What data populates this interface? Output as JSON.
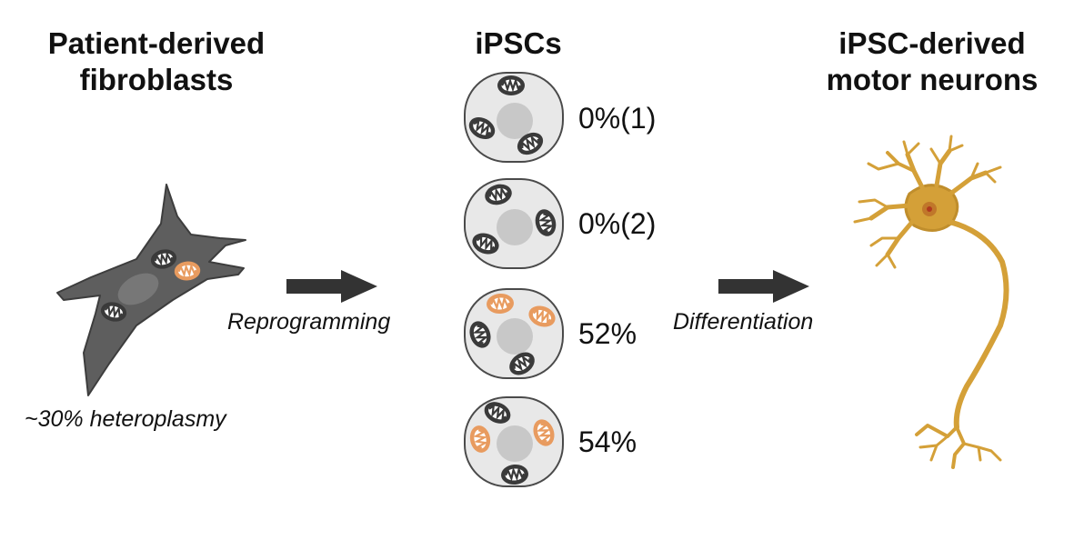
{
  "colors": {
    "fibroblast": "#5e5e5e",
    "mito_wt": "#3a3a3a",
    "mito_mut": "#e89b5f",
    "ipsc_fill": "#e8e8e8",
    "neuron": "#d4a038",
    "arrow": "#333333"
  },
  "columns": {
    "fibroblasts": {
      "title_line1": "Patient-derived",
      "title_line2": "fibroblasts",
      "caption": "~30% heteroplasmy"
    },
    "ipscs": {
      "title": "iPSCs",
      "cells": [
        {
          "label": "0%(1)",
          "mutant_mitochondria": 0
        },
        {
          "label": "0%(2)",
          "mutant_mitochondria": 0
        },
        {
          "label": "52%",
          "mutant_mitochondria": 2
        },
        {
          "label": "54%",
          "mutant_mitochondria": 2
        }
      ]
    },
    "neurons": {
      "title_line1": "iPSC-derived",
      "title_line2": "motor neurons"
    }
  },
  "steps": {
    "reprogramming": "Reprogramming",
    "differentiation": "Differentiation"
  },
  "icons": [
    "fibroblast-cell-icon",
    "mitochondrion-icon",
    "ipsc-cell-icon",
    "motor-neuron-icon",
    "arrow-right-icon"
  ]
}
